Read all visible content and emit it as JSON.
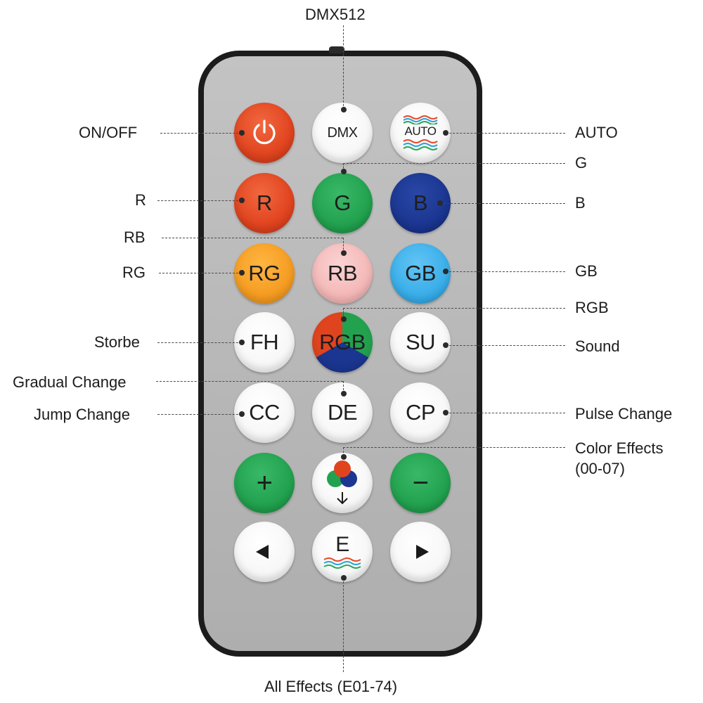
{
  "callouts": {
    "dmx512": "DMX512",
    "on_off": "ON/OFF",
    "auto": "AUTO",
    "g": "G",
    "r": "R",
    "b": "B",
    "rb": "RB",
    "rg": "RG",
    "gb": "GB",
    "rgb": "RGB",
    "storbe": "Storbe",
    "sound": "Sound",
    "gradual_change": "Gradual Change",
    "jump_change": "Jump Change",
    "pulse_change": "Pulse Change",
    "color_effects_line1": "Color Effects",
    "color_effects_line2": "(00-07)",
    "all_effects": "All Effects (E01-74)"
  },
  "buttons": {
    "dmx": "DMX",
    "auto": "AUTO",
    "r": "R",
    "g": "G",
    "b": "B",
    "rg": "RG",
    "rb": "RB",
    "gb": "GB",
    "fh": "FH",
    "rgb": "RGB",
    "su": "SU",
    "cc": "CC",
    "de": "DE",
    "cp": "CP",
    "plus": "+",
    "minus": "−",
    "e": "E"
  },
  "colors": {
    "remote_body": "#1c1c1c",
    "remote_face": "#bdbdbd",
    "red": "#e0441f",
    "green": "#22a24f",
    "blue": "#1b3691",
    "orange": "#f59c22",
    "pink": "#f4b8b8",
    "cyan": "#3aaee9"
  },
  "icons": {
    "power": "power-icon",
    "wave": "wave-icon",
    "rgb_dots": "rgb-dots-icon",
    "down_arrow": "down-arrow-icon",
    "left": "left-triangle-icon",
    "right": "right-triangle-icon"
  }
}
